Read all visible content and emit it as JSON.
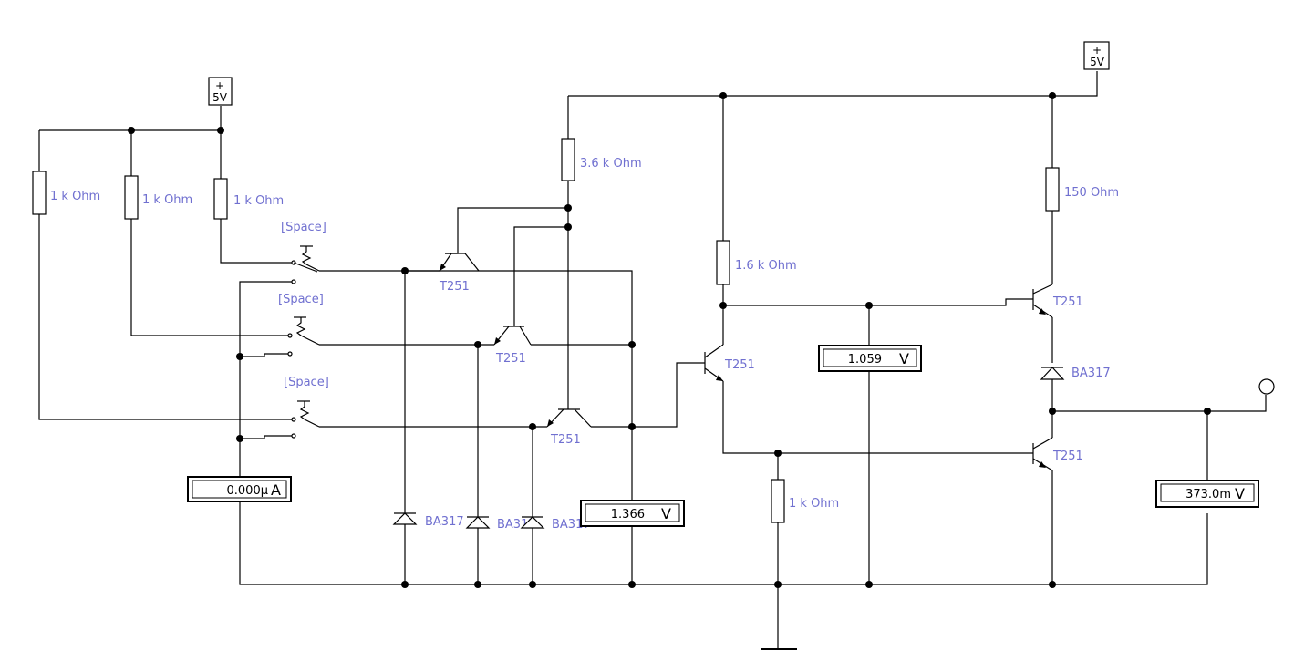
{
  "colors": {
    "wire": "#000000",
    "label": "#7070d0",
    "background": "#ffffff"
  },
  "supplies": {
    "left": "5V",
    "right": "5V",
    "plus": "+"
  },
  "resistors": {
    "r_in1": "1 k Ohm",
    "r_in2": "1 k Ohm",
    "r_in3": "1 k Ohm",
    "r_base": "3.6 k Ohm",
    "r_phase": "1.6 k Ohm",
    "r_emitter": "1 k Ohm",
    "r_collector": "150  Ohm"
  },
  "switches": {
    "s1": "[Space]",
    "s2": "[Space]",
    "s3": "[Space]"
  },
  "transistors": {
    "t_in1": "T251",
    "t_in2": "T251",
    "t_in3": "T251",
    "t_phase": "T251",
    "t_top": "T251",
    "t_bottom": "T251"
  },
  "diodes": {
    "d_in1": "BA317",
    "d_in2": "BA317",
    "d_in3": "BA317",
    "d_out": "BA317"
  },
  "meters": {
    "ammeter": {
      "value": "0.000µ",
      "unit": "A"
    },
    "volt_input": {
      "value": "1.366",
      "unit": "V"
    },
    "volt_mid": {
      "value": "1.059",
      "unit": "V"
    },
    "volt_out": {
      "value": "373.0m",
      "unit": "V"
    }
  }
}
